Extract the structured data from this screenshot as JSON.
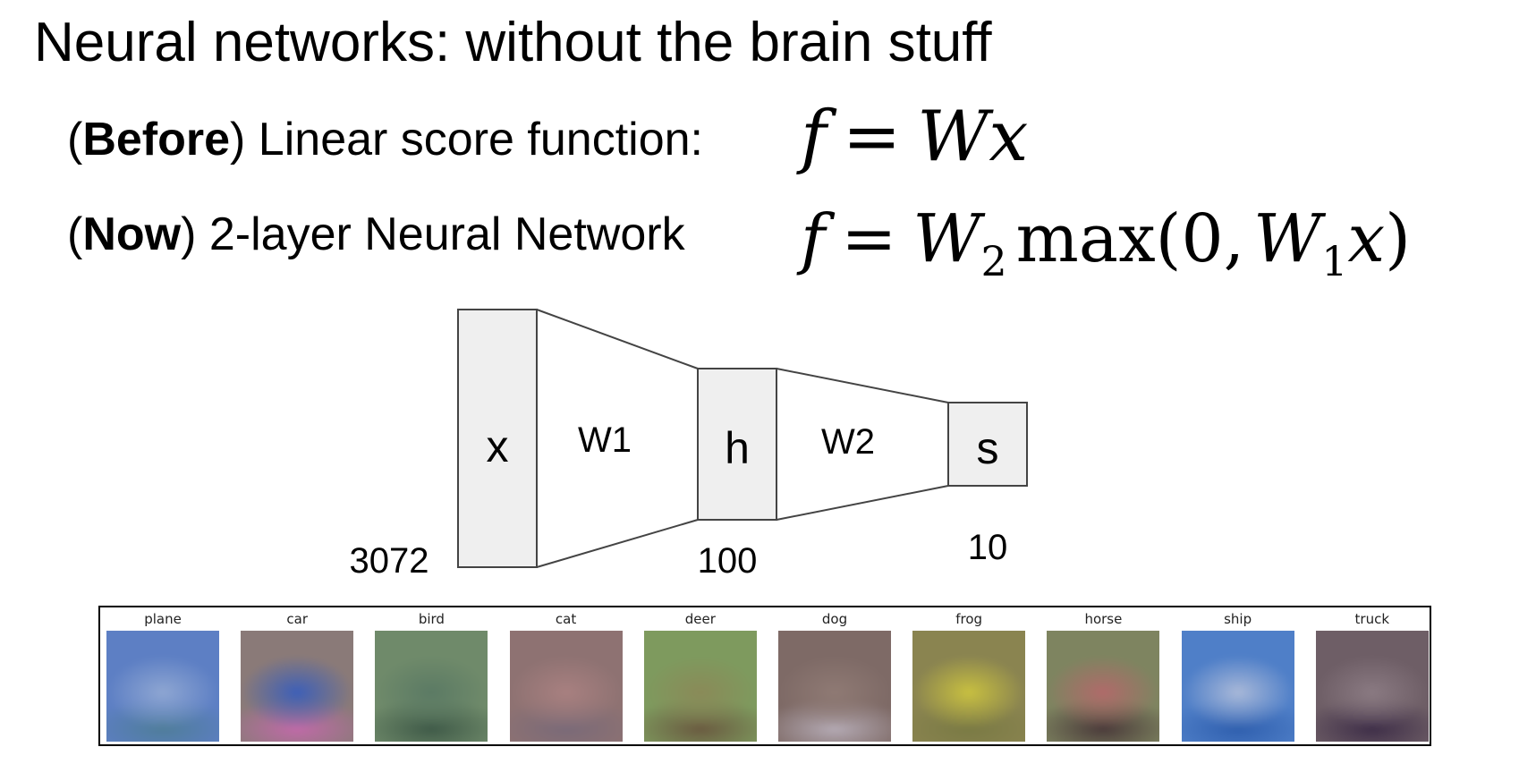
{
  "title": "Neural networks: without the brain stuff",
  "before": {
    "tag": "Before",
    "text": ") Linear score function:",
    "open": "(",
    "formula": {
      "lhs": "f",
      "op": "=",
      "w": "W",
      "x": "x"
    }
  },
  "now": {
    "tag": "Now",
    "open": "(",
    "text": ") 2-layer Neural Network",
    "formula": {
      "lhs": "f",
      "op": "=",
      "w2": "W",
      "w2_sub": "2",
      "max": "max(0,",
      "w1": "W",
      "w1_sub": "1",
      "x": "x",
      "close": ")"
    }
  },
  "network": {
    "layers": [
      {
        "symbol": "x",
        "size": "3072"
      },
      {
        "symbol": "h",
        "size": "100"
      },
      {
        "symbol": "s",
        "size": "10"
      }
    ],
    "weights": [
      "W1",
      "W2"
    ]
  },
  "templates": {
    "classes": [
      "plane",
      "car",
      "bird",
      "cat",
      "deer",
      "dog",
      "frog",
      "horse",
      "ship",
      "truck"
    ],
    "colors": {
      "plane": [
        "#5d7fc4",
        "#8ea6d2",
        "#4f7d9a"
      ],
      "car": [
        "#8a7a78",
        "#3d5fb8",
        "#c06aa8"
      ],
      "bird": [
        "#6f8a6a",
        "#5b7a64",
        "#3f5a48"
      ],
      "cat": [
        "#8e7272",
        "#a88080",
        "#7a6a78"
      ],
      "deer": [
        "#7e9a5e",
        "#8a8a58",
        "#6a5a40"
      ],
      "dog": [
        "#7e6a66",
        "#8f7a74",
        "#b4aab4"
      ],
      "frog": [
        "#8a8450",
        "#c8c040",
        "#7a7a44"
      ],
      "horse": [
        "#7e8460",
        "#b06a6a",
        "#4a3a3a"
      ],
      "ship": [
        "#4f7fc8",
        "#a8b8d8",
        "#2f5fae"
      ],
      "truck": [
        "#6e5e66",
        "#8a7a82",
        "#3e2e48"
      ]
    }
  }
}
